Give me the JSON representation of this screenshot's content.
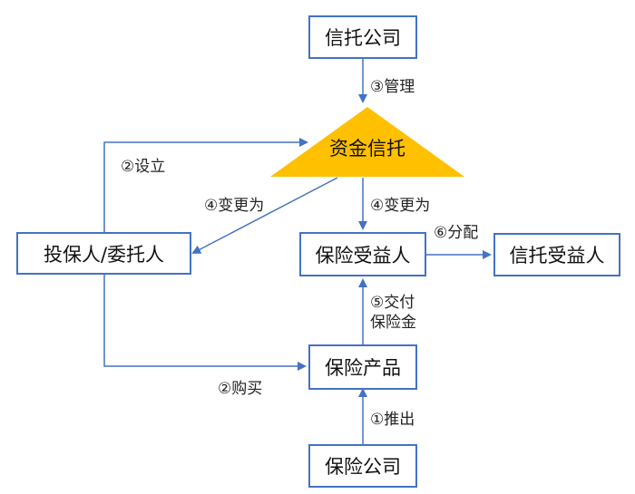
{
  "nodes": {
    "trust_company": "信托公司",
    "capital_trust": "资金信托",
    "policyholder_settlor": "投保人/委托人",
    "insurance_beneficiary": "保险受益人",
    "trust_beneficiary": "信托受益人",
    "insurance_product": "保险产品",
    "insurance_company": "保险公司"
  },
  "edges": {
    "manage": "③管理",
    "establish": "②设立",
    "change_left": "④变更为",
    "change_right": "④变更为",
    "distribute": "⑥分配",
    "deliver_line1": "⑤交付",
    "deliver_line2": "保险金",
    "purchase": "②购买",
    "launch": "①推出"
  },
  "colors": {
    "box_border": "#4472c4",
    "arrow": "#4472c4",
    "triangle_fill": "#ffc000"
  }
}
